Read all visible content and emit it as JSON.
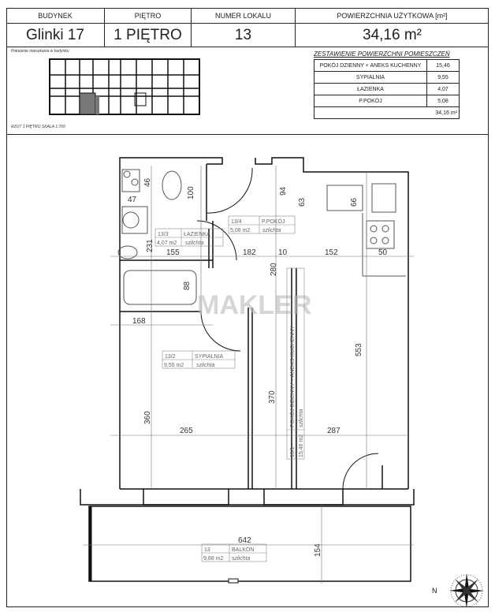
{
  "header": {
    "labels": {
      "building": "BUDYNEK",
      "floor": "PIĘTRO",
      "unit": "NUMER LOKALU",
      "area": "POWIERZCHNIA UŻYTKOWA [m²]"
    },
    "values": {
      "building": "Glinki 17",
      "floor": "1 PIĘTRO",
      "unit": "13",
      "area": "34,16 m²"
    }
  },
  "location_caption": "Położenie mieszkania w budynku",
  "scale_caption": "RZUT 1 PIĘTRO SKALA 1:700",
  "summary": {
    "title": "ZESTAWIENIE POWIERZCHNI POMIESZCZEŃ",
    "rows": [
      {
        "name": "POKÓJ DZIENNY + ANEKS KUCHENNY",
        "area": "15,46"
      },
      {
        "name": "SYPIALNIA",
        "area": "9,55"
      },
      {
        "name": "ŁAZIENKA",
        "area": "4,07"
      },
      {
        "name": "P.POKÓJ",
        "area": "5,08"
      }
    ],
    "total": "34,16 m²"
  },
  "rooms": [
    {
      "id": "13/3",
      "name": "ŁAZIENKA",
      "area": "4,07 m2",
      "finish": "szlichta"
    },
    {
      "id": "13/4",
      "name": "P.POKÓJ",
      "area": "5,08 m2",
      "finish": "szlichta"
    },
    {
      "id": "13/2",
      "name": "SYPIALNIA",
      "area": "9,55 m2",
      "finish": "szlichta"
    },
    {
      "id": "13/1",
      "name": "POKÓJ DZIENNY + ANEKS KUCHENNY",
      "area": "15,46 m2",
      "finish": "szlichta"
    },
    {
      "id": "13",
      "name": "BALKON",
      "area": "9,88 m2",
      "finish": "szlichta"
    }
  ],
  "dimensions": {
    "d46": "46",
    "d100": "100",
    "d94": "94",
    "d63": "63",
    "d66": "66",
    "d47": "47",
    "d231": "231",
    "d155": "155",
    "d182": "182",
    "d10": "10",
    "d152": "152",
    "d50": "50",
    "d280": "280",
    "d88": "88",
    "d168": "168",
    "d553": "553",
    "d370": "370",
    "d360": "360",
    "d265": "265",
    "d287": "287",
    "d642": "642",
    "d154": "154"
  },
  "watermark": "MAKLER",
  "compass": {
    "label": "N"
  }
}
